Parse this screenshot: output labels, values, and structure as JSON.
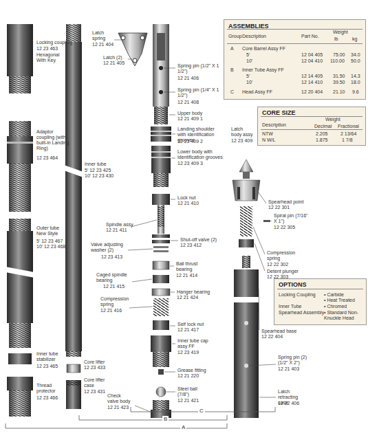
{
  "diagram": {
    "nodes": [
      {
        "text": [
          "ASSEMBLIES",
          "Group",
          "Description",
          "Part No.",
          "Weight",
          "lb",
          "kg",
          "A",
          "Core Barrel Assy FF",
          "5'",
          "12 04 405",
          "75.00",
          "34.0",
          "10'",
          "12 04 410",
          "110.00",
          "50.0",
          "B",
          "Inner Tube Assy FF",
          "5'",
          "12 14 405",
          "31.50",
          "14.3",
          "10'",
          "12 14 410",
          "39.50",
          "18.0",
          "C",
          "Head Assy FF",
          "12 20 404",
          "21.10",
          "9.6"
        ]
      },
      {
        "text": [
          "CORE SIZE",
          "Description",
          "Weight",
          "Decimal",
          "Fractional",
          "NTW",
          "2.205",
          "2 13/64",
          "N W/L",
          "1.875",
          "1 7/8"
        ]
      },
      {
        "text": [
          "OPTIONS",
          "Locking Coupling",
          "• Carbide",
          "• Heat Treated",
          "Inner Tube",
          "• Chromed",
          "Spearhead Assembly",
          "• Standard Non- Knuckle Head"
        ]
      }
    ],
    "labels": [
      "Locking coupling",
      "12 23 463",
      "Hexagonal With Key",
      "Adaptor coupling (with built-in Landing Ring)",
      "12 23 464",
      "Outer tube New Style",
      "5' 12 23 467",
      "10' 12 23 468",
      "Inner tube stabilizer",
      "12 23 465",
      "Thread protector",
      "12 23 466",
      "Inner tube",
      "5' 12 23 425",
      "10' 12 23 430",
      "Core lifter",
      "12 23 433",
      "Core lifter case",
      "12 23 431",
      "Latch spring",
      "12 21 404",
      "Latch (2)",
      "12 21 405",
      "Spring pin (1/2\" X 1 1/2\")",
      "12 21 406",
      "Spring pin (1/4\" X 1 1/2\")",
      "12 21 408",
      "Upper body",
      "12 21 409 1",
      "Landing shoulder with identification grooves",
      "Latch body assy",
      "12 23 409",
      "12 23 409 2",
      "Lower body with identification grooves",
      "12 23 409 3",
      "Lock nut",
      "12 21 410",
      "Spindle assy",
      "12 21 411",
      "Shut-off valve (2)",
      "12 23 412",
      "Valve adjusting washer (2)",
      "12 23 413",
      "Ball thrust bearing",
      "12 21 414",
      "Caged spindle bearing",
      "12 21 415",
      "Hanger bearing",
      "12 21 424",
      "Compression spring",
      "12 21 416",
      "Self lock nut",
      "12 21 417",
      "Inner tube cap assy FF",
      "12 23 419",
      "Grease fitting",
      "12 21 220",
      "Steel ball (7/8\")",
      "12 21 421",
      "Check valve body",
      "12 21 423",
      "Spearhead point",
      "12 22 301",
      "Spiral pin (7/16\" X 1\")",
      "12 22 305",
      "Compression spring",
      "12 22 302",
      "Detent plunger",
      "12 22 303",
      "Spearhead base",
      "12 22 404",
      "Spring pin (2) (1/2\" X 2\")",
      "12 21 403",
      "Latch retracting case",
      "12 22 406",
      "A",
      "B",
      "C"
    ]
  }
}
